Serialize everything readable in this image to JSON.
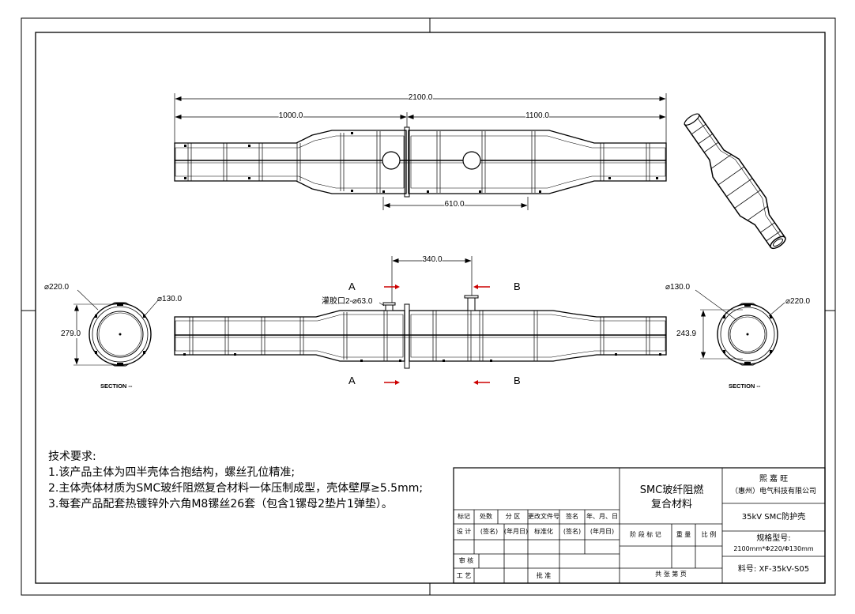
{
  "dimensions": {
    "overall_length": "2100.0",
    "left_length": "1000.0",
    "right_length": "1100.0",
    "flange_span": "610.0",
    "port_spacing": "340.0",
    "left_outer_dia": "⌀220.0",
    "left_inner_dia": "⌀130.0",
    "left_height": "279.0",
    "right_inner_dia": "⌀130.0",
    "right_outer_dia": "⌀220.0",
    "right_height": "243.9",
    "fill_port": "灌胶口2-⌀63.0"
  },
  "section_marks": {
    "a_top": "A",
    "a_bottom": "A",
    "b_top": "B",
    "b_bottom": "B"
  },
  "section_labels": {
    "left": "SECTION  --",
    "right": "SECTION  --"
  },
  "tech_notes": {
    "title": "技术要求:",
    "items": [
      "1.该产品主体为四半壳体合抱结构，螺丝孔位精准;",
      "2.主体壳体材质为SMC玻纤阻燃复合材料一体压制成型，壳体壁厚≥5.5mm;",
      "3.每套产品配套热镀锌外六角M8镙丝26套（包含1镙母2垫片1弹垫）。"
    ]
  },
  "title_block": {
    "revision_headers": [
      "标记",
      "处数",
      "分 区",
      "更改文件号",
      "签名",
      "年、月、日"
    ],
    "design_row": [
      "设 计",
      "(签名)",
      "(年月日)",
      "标准化",
      "(签名)",
      "(年月日)"
    ],
    "review": "审 核",
    "process": "工 艺",
    "approve": "批 准",
    "material_line1": "SMC玻纤阻燃",
    "material_line2": "复合材料",
    "stage_headers": [
      "阶 段 标 记",
      "重 量",
      "比 例"
    ],
    "sheet_info": "共    张    第    页",
    "company_line1": "熙 嘉 旺",
    "company_line2": "（惠州）电气科技有限公司",
    "product_name": "35kV SMC防护壳",
    "spec_label": "规格型号:",
    "spec_value": "2100mm*Φ220/Φ130mm",
    "part_no": "料号: XF-35kV-S05"
  },
  "colors": {
    "line": "#000000",
    "arrow": "#cc0000"
  }
}
